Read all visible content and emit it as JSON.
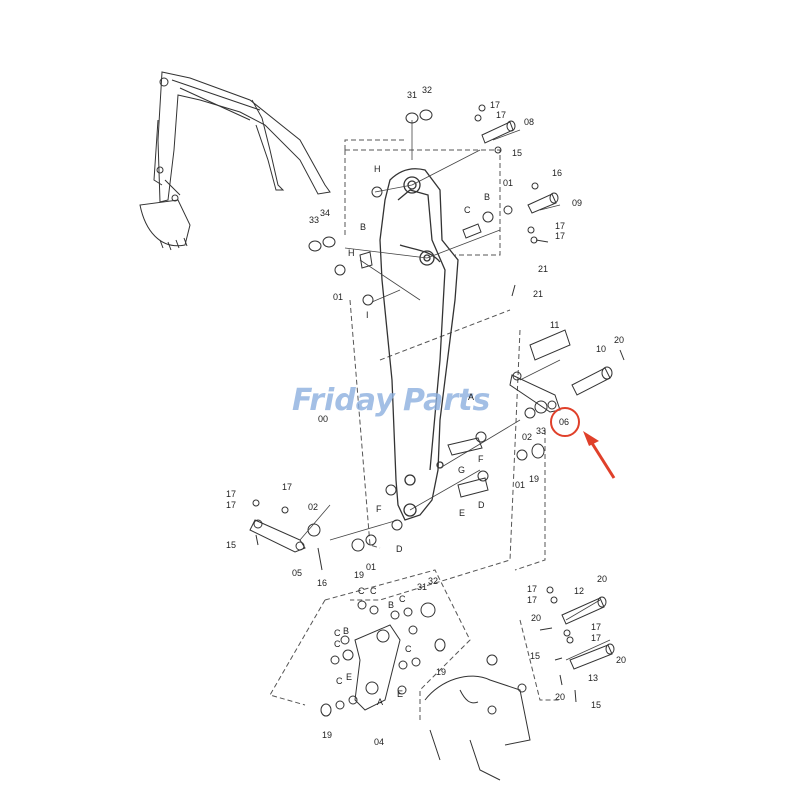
{
  "watermark": {
    "text_a": "Friday",
    "text_b": "Parts",
    "color": "#8fb2e0"
  },
  "highlight": {
    "part": "06",
    "color": "#e0402a"
  },
  "labels": {
    "l31a": "31",
    "l32a": "32",
    "l17a": "17",
    "l17b": "17",
    "l08": "08",
    "l15a": "15",
    "lH1": "H",
    "l01a": "01",
    "lB1": "B",
    "lC1": "C",
    "l16a": "16",
    "l09": "09",
    "l17c": "17",
    "l17d": "17",
    "l21a": "21",
    "l33a": "33",
    "l34": "34",
    "lB2": "B",
    "l01b": "01",
    "lH2": "H",
    "lI1": "I",
    "l21b": "21",
    "l11": "11",
    "l20a": "20",
    "l10": "10",
    "l00": "00",
    "lA1": "A",
    "l06": "06",
    "l02a": "02",
    "l33b": "33",
    "lF1": "F",
    "lG1": "G",
    "l01c": "01",
    "l19a": "19",
    "lD1": "D",
    "lE1": "E",
    "l17e": "17",
    "l17f": "17",
    "l17g": "17",
    "l02b": "02",
    "l15b": "15",
    "l05": "05",
    "l16b": "16",
    "lF2": "F",
    "lD2": "D",
    "l19b": "19",
    "l01d": "01",
    "l31b": "31",
    "l32b": "32",
    "lC2": "C",
    "lC3": "C",
    "lB3": "B",
    "lC4": "C",
    "lC5": "C",
    "lC6": "C",
    "lB4": "B",
    "lC7": "C",
    "lE2": "E",
    "lC8": "C",
    "lE3": "E",
    "lA2": "A",
    "l19c": "19",
    "l04": "04",
    "l19d": "19",
    "l17h": "17",
    "l17i": "17",
    "l12": "12",
    "l20b": "20",
    "l20c": "20",
    "l17j": "17",
    "l17k": "17",
    "l15c": "15",
    "l13": "13",
    "l20d": "20",
    "l20e": "20",
    "l15d": "15"
  }
}
